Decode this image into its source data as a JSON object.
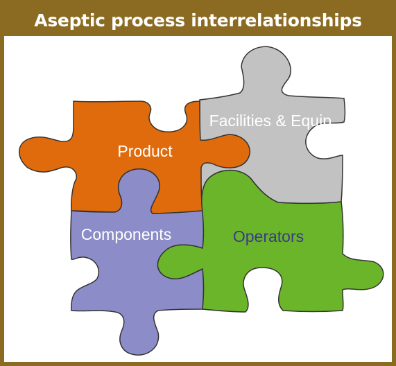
{
  "title": "Aseptic process interrelationships",
  "pieces": {
    "product": {
      "label": "Product",
      "color": "#e06b0c"
    },
    "facilities": {
      "label": "Facilities & Equip.",
      "color": "#c2c2c2"
    },
    "components": {
      "label": "Components",
      "color": "#8c8dc8"
    },
    "operators": {
      "label": "Operators",
      "color": "#6bb52a"
    }
  },
  "colors": {
    "frame": "#8b6b22",
    "outline": "#333333"
  }
}
